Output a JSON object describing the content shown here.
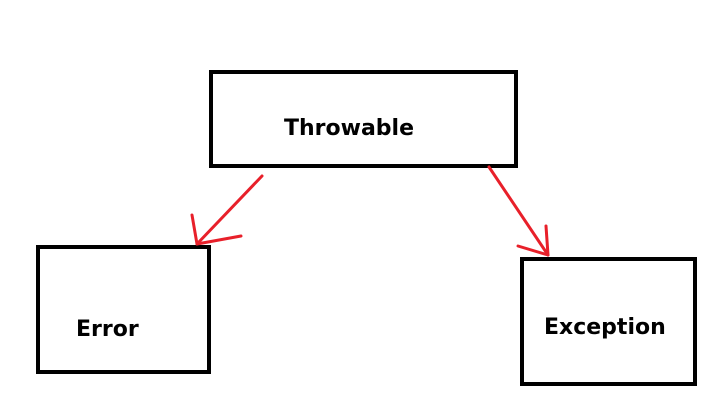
{
  "diagram": {
    "nodes": {
      "throwable": {
        "label": "Throwable"
      },
      "error": {
        "label": "Error"
      },
      "exception": {
        "label": "Exception"
      }
    },
    "edges": [
      {
        "from": "Throwable",
        "to": "Error"
      },
      {
        "from": "Throwable",
        "to": "Exception"
      }
    ]
  },
  "colors": {
    "box_border": "#000000",
    "arrow": "#e8202a",
    "background": "#ffffff"
  }
}
